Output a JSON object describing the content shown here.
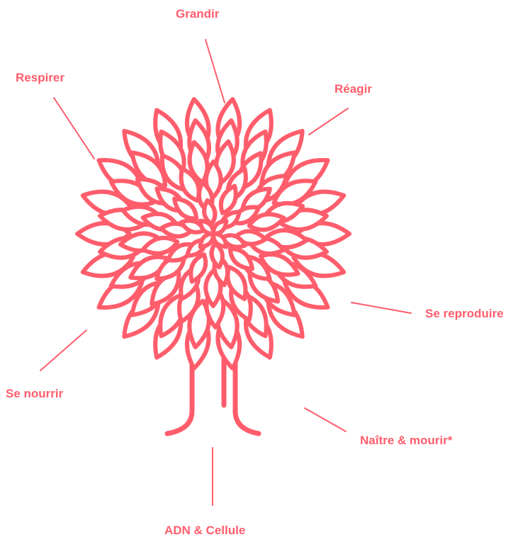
{
  "colors": {
    "accent": "#ff5d6c",
    "background": "#ffffff"
  },
  "labels": {
    "grandir": "Grandir",
    "respirer": "Respirer",
    "reagir": "Réagir",
    "reproduire": "Se reproduire",
    "nourrir": "Se nourrir",
    "naitre": "Naître & mourir*",
    "adn": "ADN & Cellule"
  }
}
